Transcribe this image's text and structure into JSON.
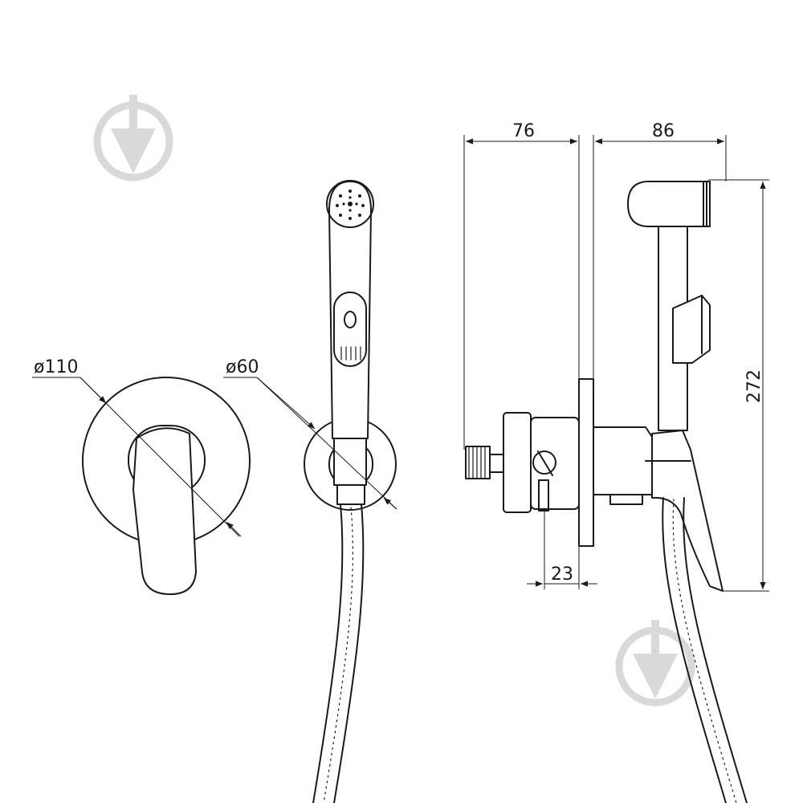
{
  "dimensions": {
    "plate_diameter": "ø110",
    "holder_diameter": "ø60",
    "depth_body": "76",
    "projection": "86",
    "height": "272",
    "offset": "23"
  },
  "watermark_icon": "shield-arrow-logo",
  "colors": {
    "line": "#1a1a1a",
    "watermark": "#d9d9d9",
    "background": "#ffffff"
  }
}
